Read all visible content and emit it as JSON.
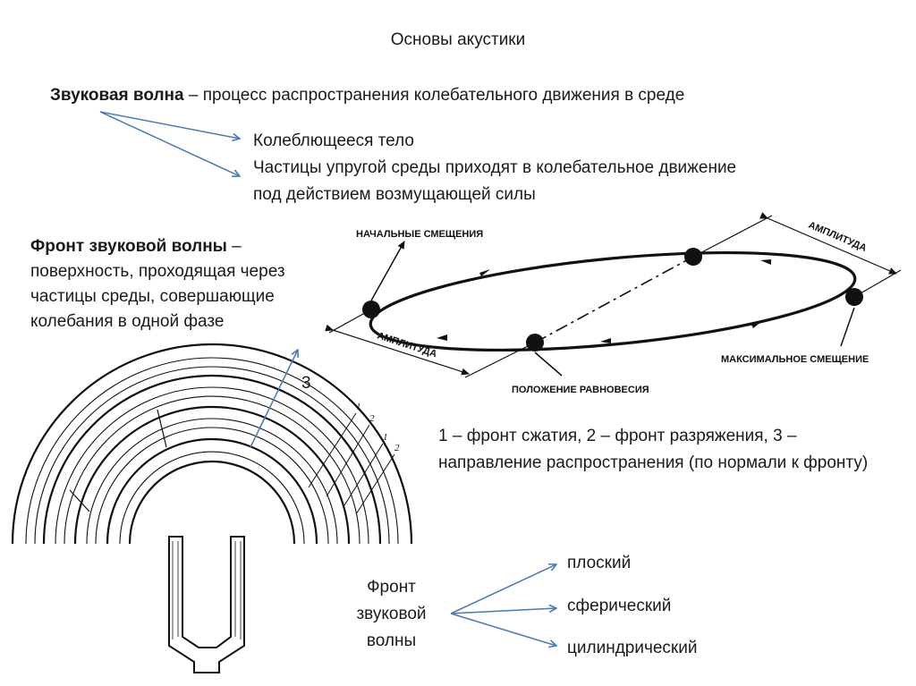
{
  "title": "Основы акустики",
  "definition": {
    "term": "Звуковая волна",
    "rest": " – процесс распространения колебательного движения в среде"
  },
  "bullets": [
    "Колеблющееся тело",
    "Частицы упругой среды приходят в колебательное движение",
    "под действием возмущающей силы"
  ],
  "front_definition": {
    "term": "Фронт звуковой волны",
    "rest": " – поверхность, проходящая через частицы среды, совершающие колебания в одной фазе"
  },
  "oscillation_diagram": {
    "initial_displacements": "НАЧАЛЬНЫЕ СМЕЩЕНИЯ",
    "amplitude_top": "АМПЛИТУДА",
    "amplitude_bottom": "АМПЛИТУДА",
    "max_displacement": "МАКСИМАЛЬНОЕ СМЕЩЕНИЕ",
    "equilibrium": "ПОЛОЖЕНИЕ РАВНОВЕСИЯ"
  },
  "wave_diagram": {
    "direction_label": "3",
    "front_numbers": [
      "1",
      "2",
      "1",
      "2"
    ]
  },
  "legend": "1 – фронт сжатия, 2 – фронт разряжения, 3 – направление распространения (по нормали к фронту)",
  "front_types": {
    "label": "Фронт звуковой волны",
    "items": [
      "плоский",
      "сферический",
      "цилиндрический"
    ]
  },
  "colors": {
    "arrow": "#4a7ab8",
    "text": "#1a1a1a",
    "diagram": "#111111"
  }
}
